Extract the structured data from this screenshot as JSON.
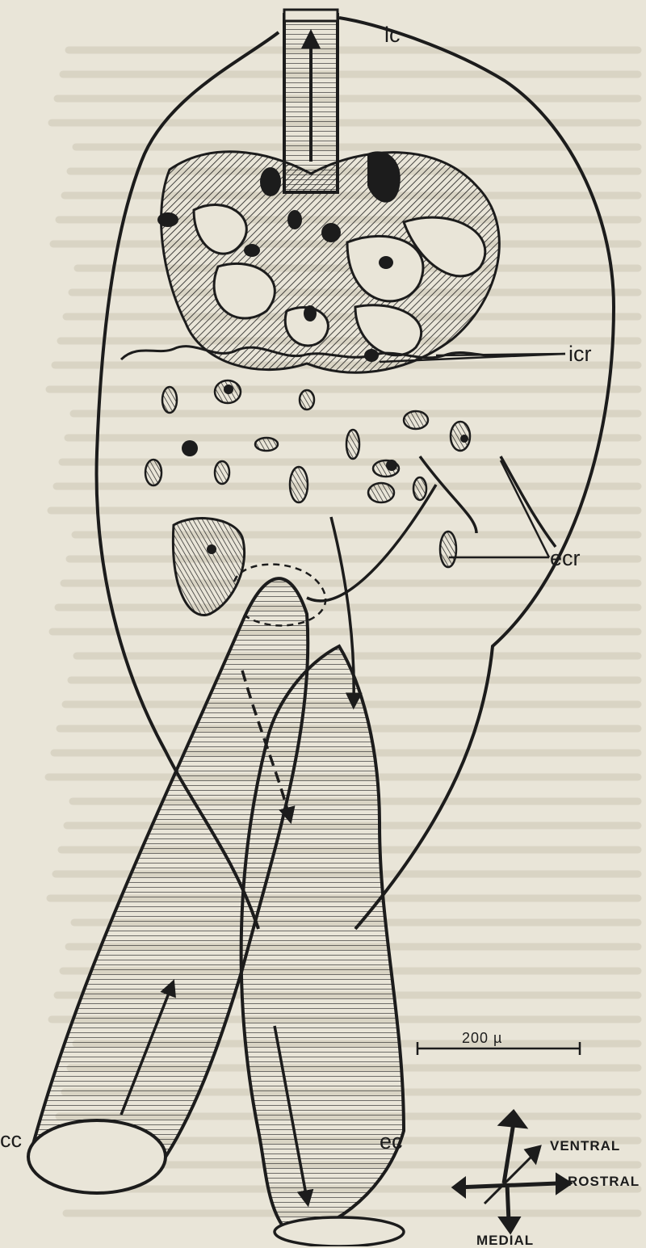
{
  "figure": {
    "labels": {
      "ic": "ic",
      "icr": "icr",
      "ecr": "ecr",
      "cc": "cc",
      "ec": "ec"
    },
    "scale_bar": "200 µ",
    "orientation": {
      "ventral": "VENTRAL",
      "rostral": "ROSTRAL",
      "medial": "MEDIAL"
    },
    "colors": {
      "ink": "#1c1c1c",
      "paper": "#e9e5d8",
      "ghost_text": "#d8d3c3"
    }
  }
}
